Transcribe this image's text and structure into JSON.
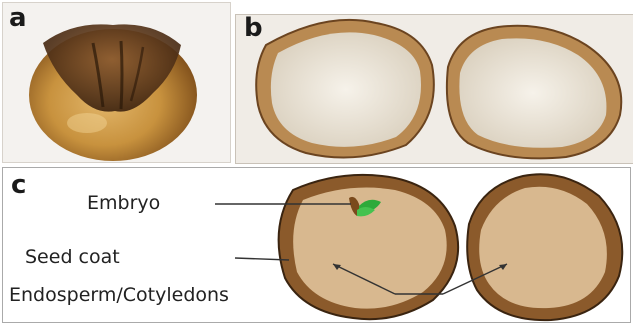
{
  "top_text": "",
  "panels": {
    "a": {
      "letter": "a"
    },
    "b": {
      "letter": "b"
    },
    "c": {
      "letter": "c"
    }
  },
  "labels": {
    "embryo": "Embryo",
    "seed_coat": "Seed coat",
    "endosperm": "Endosperm/Cotyledons"
  },
  "colors": {
    "seed_coat_brown": "#8b5a2b",
    "seed_coat_outline": "#3a2410",
    "endosperm_tan": "#d8b88f",
    "embryo_green": "#2eaa3a",
    "photo_endosperm": "#ece6da",
    "photo_shell": "#b98a52"
  }
}
